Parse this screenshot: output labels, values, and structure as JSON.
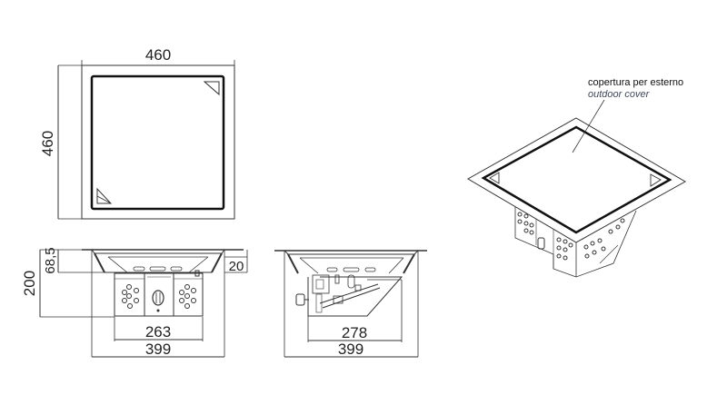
{
  "top_view": {
    "width_dim": "460",
    "height_dim": "460"
  },
  "front_view": {
    "height_total_dim": "200",
    "flange_depth_dim": "68,5",
    "flange_thickness_dim": "20",
    "inner_width_dim": "263",
    "outer_width_dim": "399"
  },
  "side_view": {
    "inner_width_dim": "278",
    "outer_width_dim": "399"
  },
  "iso_view": {
    "label_it": "copertura per esterno",
    "label_en": "outdoor cover"
  },
  "colors": {
    "line": "#222222",
    "dim_line": "#444444",
    "label_en": "#3f4a5c"
  }
}
